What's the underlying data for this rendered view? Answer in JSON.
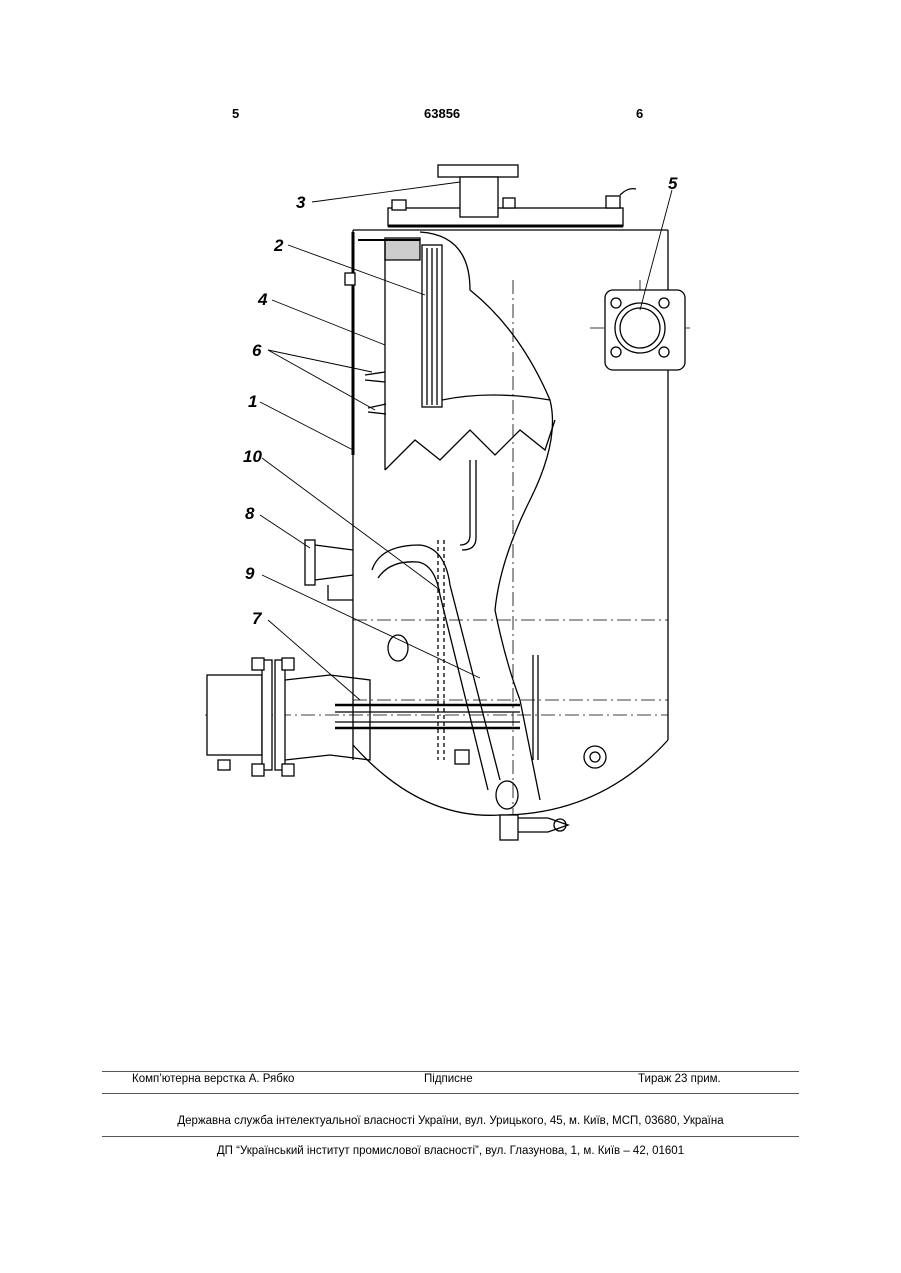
{
  "header": {
    "page_left": "5",
    "patent_number": "63856",
    "page_right": "6"
  },
  "figure": {
    "callouts": [
      "3",
      "2",
      "4",
      "6",
      "1",
      "10",
      "8",
      "9",
      "7",
      "5"
    ]
  },
  "footer": {
    "layout_credit": "Комп’ютерна верстка А. Рябко",
    "signed": "Підписне",
    "circulation": "Тираж 23 прим.",
    "agency": "Державна служба інтелектуальної власності України, вул. Урицького, 45, м. Київ, МСП, 03680, Україна",
    "institute": "ДП “Український інститут промислової власності”, вул. Глазунова, 1, м. Київ – 42, 01601"
  }
}
